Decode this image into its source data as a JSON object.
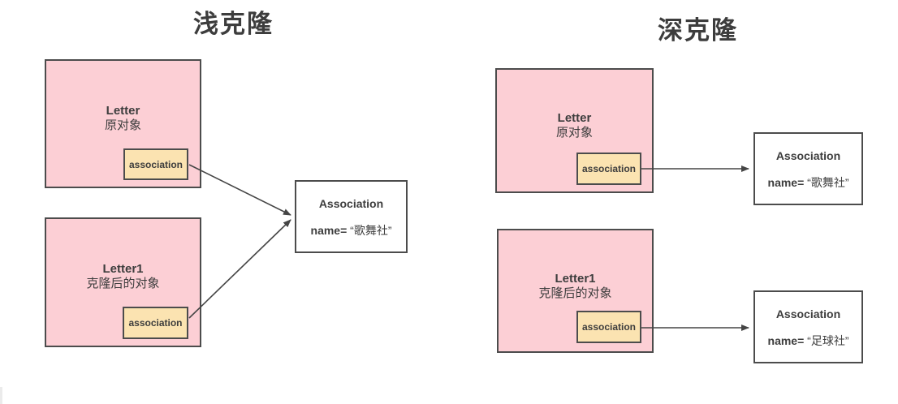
{
  "left": {
    "title": "浅克隆",
    "original": {
      "name": "Letter",
      "desc": "原对象",
      "field": "association"
    },
    "clone": {
      "name": "Letter1",
      "desc": "克隆后的对象",
      "field": "association"
    },
    "assoc": {
      "title": "Association",
      "name_label": "name=",
      "name_value": "“歌舞社”"
    }
  },
  "right": {
    "title": "深克隆",
    "original": {
      "name": "Letter",
      "desc": "原对象",
      "field": "association"
    },
    "clone": {
      "name": "Letter1",
      "desc": "克隆后的对象",
      "field": "association"
    },
    "assoc_original": {
      "title": "Association",
      "name_label": "name=",
      "name_value": "“歌舞社”"
    },
    "assoc_clone": {
      "title": "Association",
      "name_label": "name=",
      "name_value": "“足球社”"
    }
  },
  "colors": {
    "object_fill": "#fccfd5",
    "field_fill": "#fbe3b1",
    "border": "#4c4c4c",
    "arrow": "#454545",
    "text": "#3d3d3d"
  }
}
